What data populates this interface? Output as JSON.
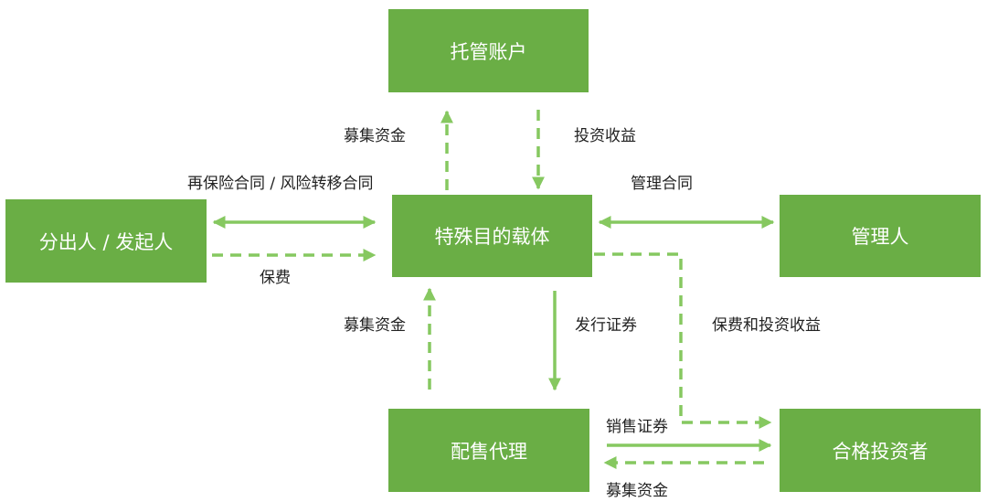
{
  "nodes": {
    "custody_account": "托管账户",
    "cedent_sponsor": "分出人 / 发起人",
    "spv": "特殊目的载体",
    "manager": "管理人",
    "placement_agent": "配售代理",
    "qualified_investor": "合格投资者"
  },
  "edges": {
    "spv_to_custody": "募集资金",
    "custody_to_spv": "投资收益",
    "cedent_spv_contract": "再保险合同 / 风险转移合同",
    "cedent_premium": "保费",
    "management_contract": "管理合同",
    "agent_to_spv": "募集资金",
    "spv_issue": "发行证券",
    "spv_to_investor": "保费和投资收益",
    "agent_sell": "销售证券",
    "investor_to_agent": "募集资金"
  },
  "colors": {
    "box": "#6aae45",
    "arrow": "#86c860",
    "text": "#222222"
  }
}
